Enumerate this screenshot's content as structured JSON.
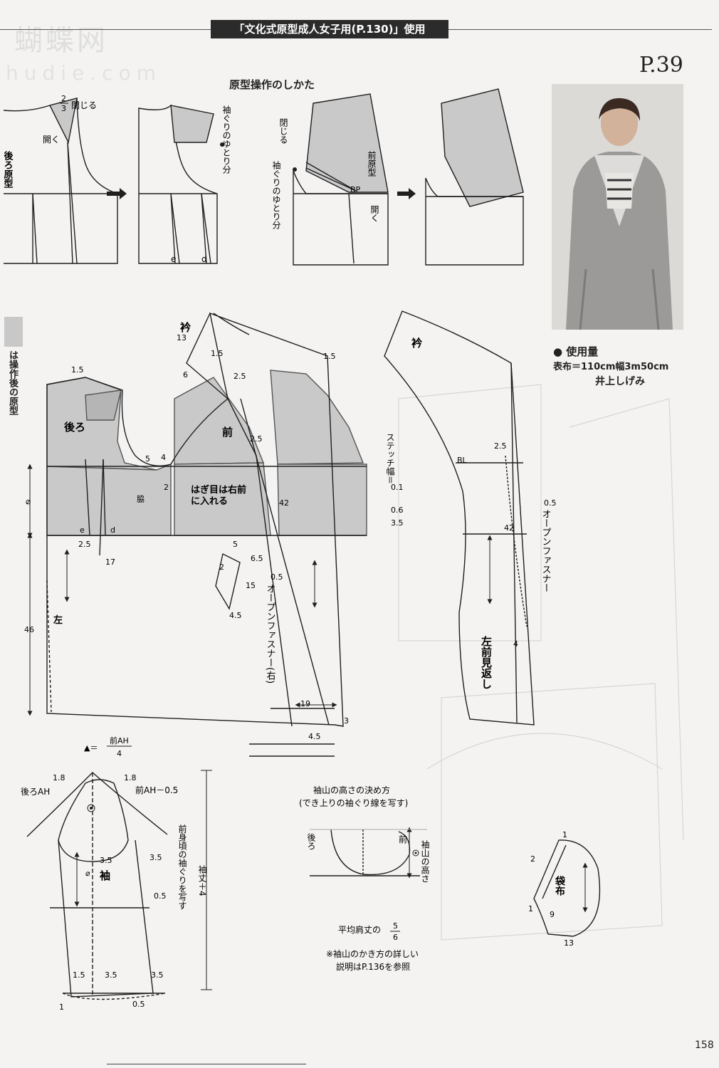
{
  "header": {
    "title": "「文化式原型成人女子用(P.130)」使用",
    "page_ref": "P.39",
    "page_number": "158",
    "watermark": "蝴蝶网",
    "watermark_sub": "hudie.com"
  },
  "operation": {
    "title": "原型操作のしかた",
    "back_label": "後ろ原型",
    "close_2_3": "2/3閉じる",
    "close_2_3_num": "2",
    "close_2_3_den": "3",
    "close_2_3_txt": "閉じる",
    "open": "開く",
    "armhole_ease": "袖ぐりのゆとり分",
    "front_label": "前原型",
    "close": "閉じる",
    "bp": "BP",
    "open2": "開く",
    "e": "e",
    "d": "d"
  },
  "legend": {
    "text": "は操作後の原型"
  },
  "usage": {
    "title": "● 使用量",
    "fabric": "表布＝110cm幅3m50cm",
    "author": "井上しげみ"
  },
  "body_pattern": {
    "collar": "衿",
    "back": "後ろ",
    "front": "前",
    "side": "脇",
    "left": "左",
    "seam_note_1": "はぎ目は右前",
    "seam_note_2": "に入れる",
    "zipper_right": "オープンファスナー(右)",
    "e": "e",
    "d": "d",
    "phi": "⌀",
    "nums": {
      "n13": "13",
      "n1_5a": "1.5",
      "n6": "6",
      "n2_5a": "2.5",
      "n1_5b": "1.5",
      "n1_5c": "1.5",
      "n2_5b": "2.5",
      "n5a": "5",
      "n4": "4",
      "n2a": "2",
      "n42": "42",
      "n5b": "5",
      "n6_5": "6.5",
      "n2b": "2",
      "n15": "15",
      "n4_5a": "4.5",
      "n0_5": "0.5",
      "n2_5c": "2.5",
      "n17": "17",
      "n46": "46",
      "n19": "19",
      "n3": "3",
      "n4_5b": "4.5"
    }
  },
  "stitch": {
    "label": "ステッチ幅＝",
    "v1": "0.1",
    "v2": "0.6",
    "v3": "3.5"
  },
  "facing_pattern": {
    "collar": "衿",
    "bl": "BL",
    "facing": "左前見返し",
    "zipper": "オープンファスナー",
    "n2_5": "2.5",
    "n0_5": "0.5",
    "n42": "42",
    "n4": "4"
  },
  "sleeve": {
    "label": "袖",
    "formula_prefix": "▲＝",
    "formula_num": "前AH",
    "formula_den": "4",
    "back_ah": "後ろAH",
    "front_ah": "前AH－0.5",
    "copy_note": "前身頃の袖ぐりを写す",
    "length": "袖丈＋4",
    "n1_8a": "1.8",
    "n1_8b": "1.8",
    "n3_5a": "3.5",
    "n3_5b": "3.5",
    "n0_5a": "0.5",
    "n1_5": "1.5",
    "n3_5c": "3.5",
    "n3_5d": "3.5",
    "n1": "1",
    "n0_5b": "0.5",
    "phi": "⌀"
  },
  "cap_height": {
    "title_1": "袖山の高さの決め方",
    "title_2": "(でき上りの袖ぐり線を写す)",
    "back": "後ろ",
    "front": "前",
    "height_label": "袖山の高さ",
    "avg_prefix": "平均肩丈の",
    "avg_num": "5",
    "avg_den": "6",
    "note_1": "※袖山のかき方の詳しい",
    "note_2": "説明はP.136を参照"
  },
  "pocket": {
    "label": "袋布",
    "n1a": "1",
    "n2": "2",
    "n1b": "1",
    "n9": "9",
    "n13": "13"
  },
  "colors": {
    "shaded": "#c9c9c9",
    "line": "#1f1f1f",
    "paper": "#f4f3f1"
  }
}
